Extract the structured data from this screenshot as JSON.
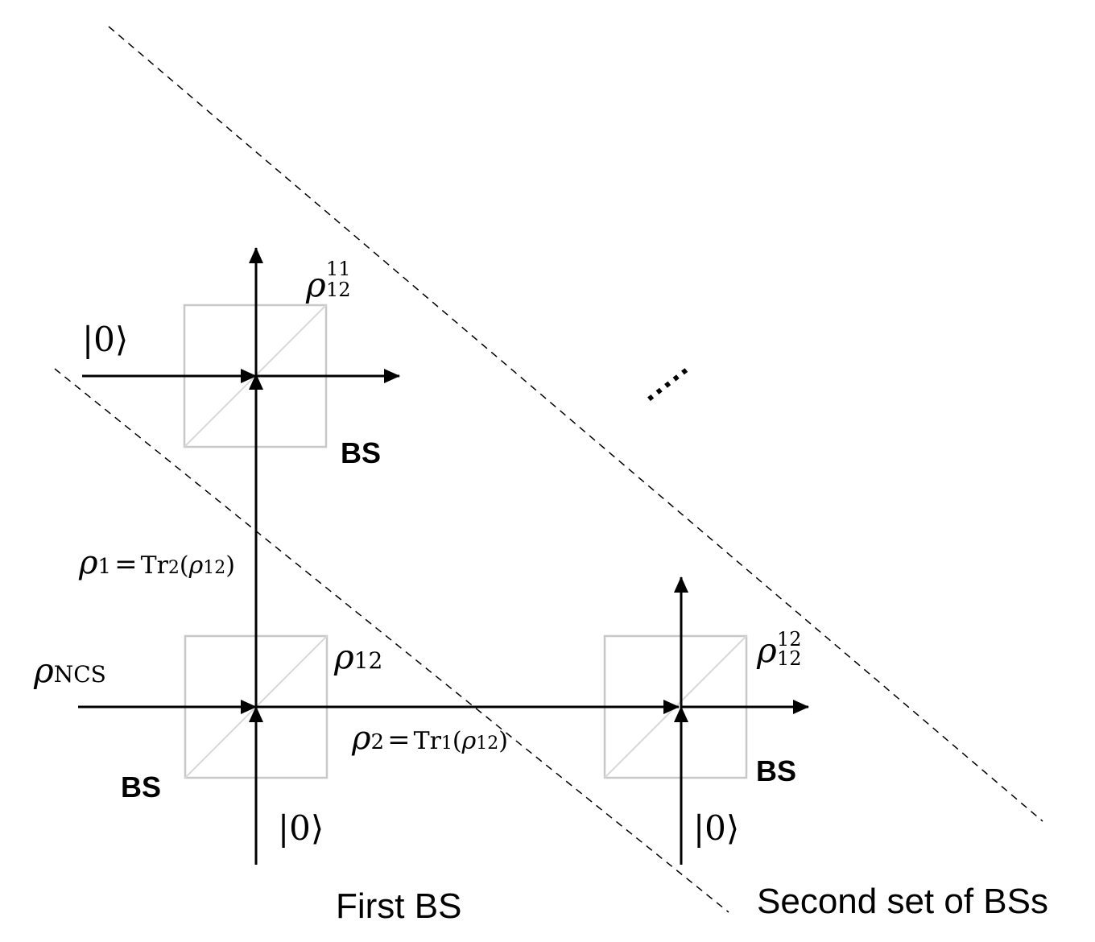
{
  "labels": {
    "rho_ncs": {
      "base": "ρ",
      "sub": "NCS"
    },
    "rho_12": {
      "base": "ρ",
      "sub": "12"
    },
    "rho_1": {
      "base": "ρ",
      "sub": "1",
      "eq": "=",
      "tr": "Tr",
      "tr_sub": "2",
      "open": "(",
      "inner": "ρ",
      "inner_sub": "12",
      "close": ")"
    },
    "rho_2": {
      "base": "ρ",
      "sub": "2",
      "eq": "=",
      "tr": "Tr",
      "tr_sub": "1",
      "open": "(",
      "inner": "ρ",
      "inner_sub": "12",
      "close": ")"
    },
    "rho_11": {
      "base": "ρ",
      "sub": "12",
      "sup": "11"
    },
    "rho_12b": {
      "base": "ρ",
      "sub": "12",
      "sup": "12"
    },
    "ket0": "|0⟩",
    "bs": "BS",
    "dots": "·····",
    "first_bs": "First BS",
    "second_set": "Second set of BSs"
  },
  "colors": {
    "beam": "#000000",
    "splitter_edge": "#c8c8c8",
    "dash": "#000000"
  }
}
